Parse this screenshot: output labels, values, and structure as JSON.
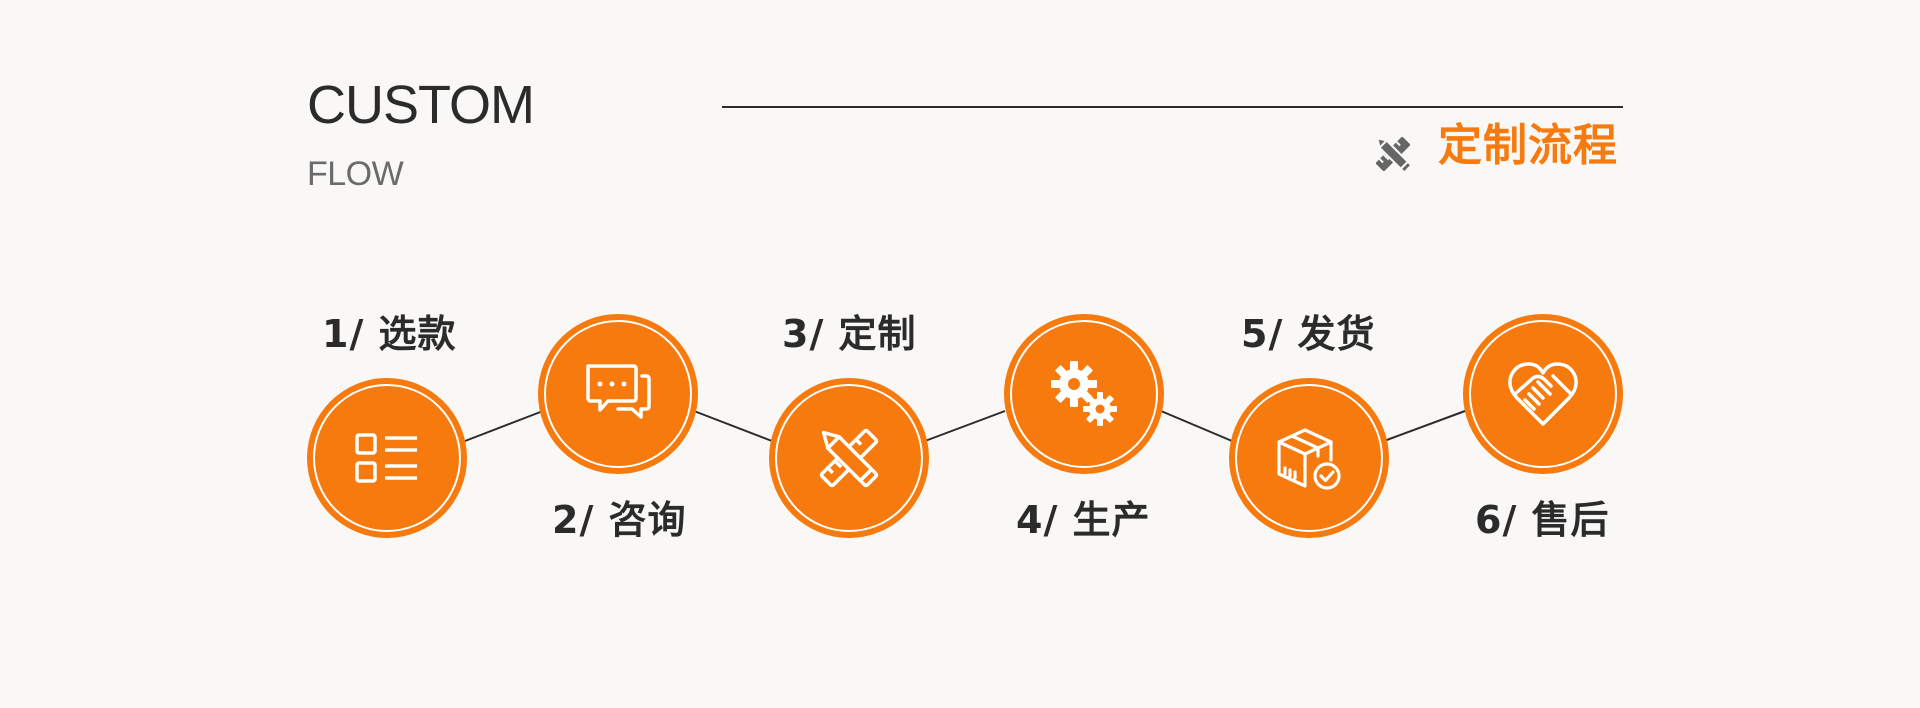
{
  "header": {
    "title_en": "CUSTOM",
    "subtitle_en": "FLOW",
    "title_zh": "定制流程",
    "title_icon": "pencil-ruler-icon"
  },
  "steps": [
    {
      "label": "1/ 选款",
      "icon": "list-icon"
    },
    {
      "label": "2/ 咨询",
      "icon": "chat-bubbles-icon"
    },
    {
      "label": "3/ 定制",
      "icon": "pencil-ruler-icon"
    },
    {
      "label": "4/ 生产",
      "icon": "gears-icon"
    },
    {
      "label": "5/ 发货",
      "icon": "package-check-icon"
    },
    {
      "label": "6/ 售后",
      "icon": "handshake-heart-icon"
    }
  ],
  "colors": {
    "accent": "#f77a0e",
    "text": "#2b2b2b",
    "background": "#faf8f6"
  }
}
